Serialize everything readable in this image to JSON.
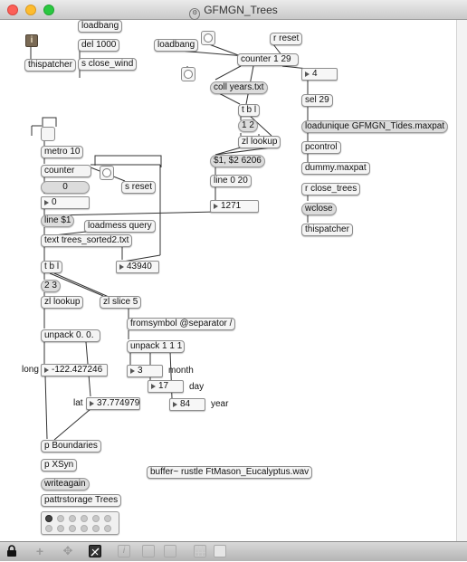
{
  "window": {
    "title": "GFMGN_Trees"
  },
  "objects": {
    "loadbang1": "loadbang",
    "del": "del 1000",
    "close_wind": "s close_wind",
    "thispatcher1": "thispatcher",
    "loadbang2": "loadbang",
    "r_reset": "r reset",
    "counter129": "counter 1 29",
    "coll": "coll years.txt",
    "tbl1": "t b l",
    "msg12": "1 2",
    "zllookup1": "zl lookup",
    "msg_s1s2": "$1, $2 6206",
    "line020": "line 0 20",
    "sel29": "sel 29",
    "loadunique": "loadunique GFMGN_Tides.maxpat",
    "pcontrol": "pcontrol",
    "dummy": "dummy.maxpat",
    "r_close_trees": "r close_trees",
    "wclose": "wclose",
    "thispatcher2": "thispatcher",
    "metro": "metro 10",
    "counter": "counter",
    "s_reset": "s reset",
    "line_s1": "line $1",
    "loadmess": "loadmess query",
    "text_trees": "text trees_sorted2.txt",
    "tbl2": "t b l",
    "msg23": "2 3",
    "zllookup2": "zl lookup",
    "zlslice": "zl slice 5",
    "fromsymbol": "fromsymbol @separator /",
    "unpack00": "unpack 0. 0.",
    "unpack111": "unpack 1 1 1",
    "p_boundaries": "p Boundaries",
    "p_xsyn": "p XSyn",
    "writeagain": "writeagain",
    "pattrstorage": "pattrstorage Trees",
    "buffer": "buffer~ rustle FtMason_Eucalyptus.wav"
  },
  "numbers": {
    "n4": "4",
    "n1271": "1271",
    "counter_out": "0",
    "n0": "0",
    "n43940": "43940",
    "long": "-122.427246",
    "lat": "37.774979",
    "month": "3",
    "day": "17",
    "year": "84"
  },
  "labels": {
    "long": "long",
    "lat": "lat",
    "month": "month",
    "day": "day",
    "year": "year"
  },
  "info_glyph": "i",
  "colors": {
    "message_box": "#dcdcdc",
    "object_box": "#f4f4f4",
    "patch_cord": "#333333"
  }
}
